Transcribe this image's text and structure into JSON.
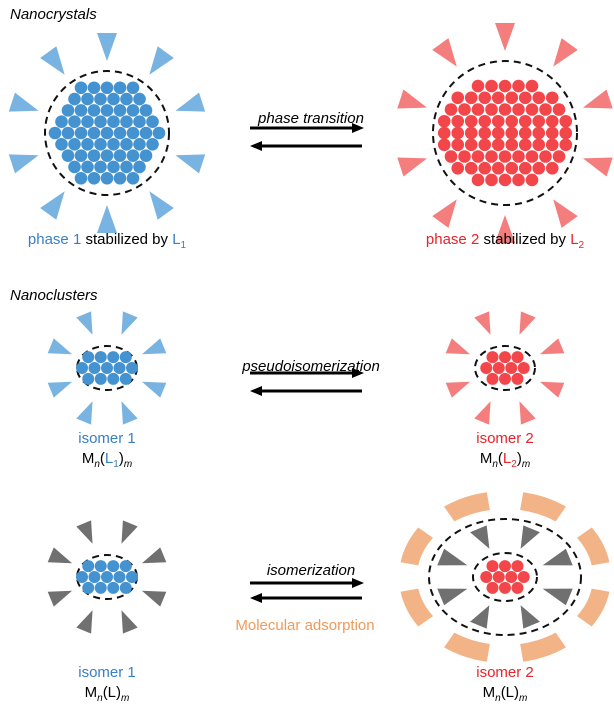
{
  "sections": {
    "nanocrystals": "Nanocrystals",
    "nanoclusters": "Nanoclusters"
  },
  "arrows": {
    "row1": "phase transition",
    "row2": "pseudoisomerization",
    "row3": "isomerization",
    "row3_below": "Molecular adsorption"
  },
  "row1": {
    "left": {
      "phase": "phase 1",
      "mid": " stabilized by ",
      "L": "L",
      "sub": "1"
    },
    "right": {
      "phase": "phase 2",
      "mid": " stabilized by ",
      "L": "L",
      "sub": "2"
    }
  },
  "row2": {
    "left": {
      "isomer": "isomer 1",
      "M": "M",
      "n": "n",
      "open": "(",
      "L": "L",
      "Lsub": "1",
      "close": ")",
      "m": "m"
    },
    "right": {
      "isomer": "isomer 2",
      "M": "M",
      "n": "n",
      "open": "(",
      "L": "L",
      "Lsub": "2",
      "close": ")",
      "m": "m"
    }
  },
  "row3": {
    "left": {
      "isomer": "isomer 1",
      "M": "M",
      "n": "n",
      "open": "(L)",
      "m": "m"
    },
    "right": {
      "isomer": "isomer 2",
      "M": "M",
      "n": "n",
      "open": "(L)",
      "m": "m"
    }
  },
  "colors": {
    "blue_dot": "#4493d0",
    "blue_ligand": "#79b3e1",
    "red_dot": "#f2464a",
    "red_ligand": "#f47d7d",
    "gray_ligand": "#707070",
    "orange_shell": "#f2b386",
    "blue_text": "#3a7fc0",
    "red_text": "#e8232b"
  }
}
